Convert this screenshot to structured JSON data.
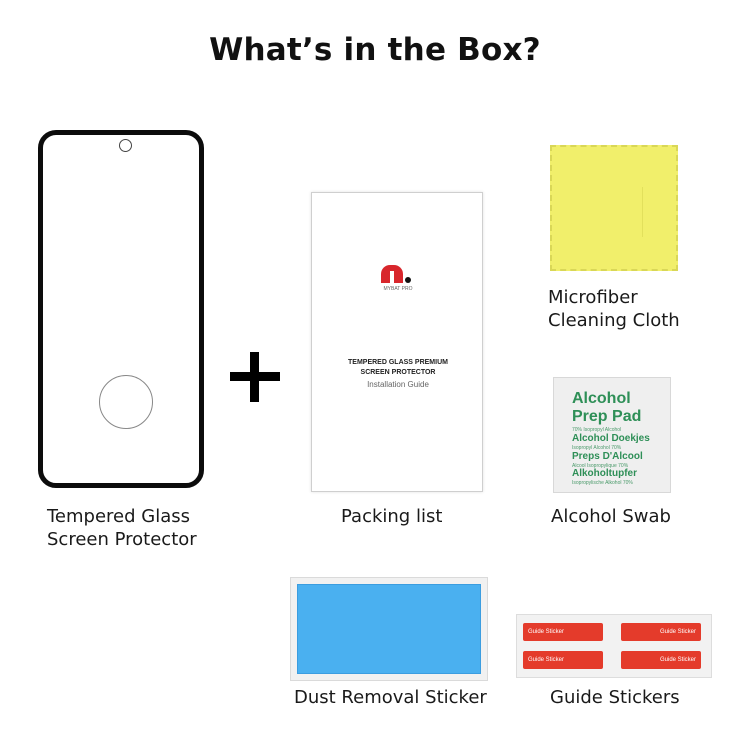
{
  "title": "What’s in the Box?",
  "items": {
    "protector": {
      "label_line1": "Tempered Glass",
      "label_line2": "Screen Protector"
    },
    "packing_list": {
      "label": "Packing list",
      "brand": "MYBAT PRO",
      "line1": "TEMPERED GLASS PREMIUM",
      "line2": "SCREEN PROTECTOR",
      "line3": "Installation Guide"
    },
    "cloth": {
      "label_line1": "Microfiber",
      "label_line2": "Cleaning Cloth"
    },
    "swab": {
      "label": "Alcohol Swab",
      "heading1": "Alcohol",
      "heading2": "Prep Pad",
      "sub1": "70% Isopropyl Alcohol",
      "lang1": "Alcohol Doekjes",
      "sub2": "Isopropyl Alcohol 70%",
      "lang2": "Preps D'Alcool",
      "sub3": "Alcool Isopropylique 70%",
      "lang3": "Alkoholtupfer",
      "sub4": "Isopropylische Alkohol 70%"
    },
    "dust": {
      "label": "Dust Removal Sticker"
    },
    "guide": {
      "label": "Guide Stickers",
      "sticker_text": "Guide Sticker"
    }
  },
  "colors": {
    "cloth": "#f1ef6b",
    "dust_sticker": "#4ab0f0",
    "guide_sticker": "#e43b2b",
    "swab_text": "#2e8f57",
    "logo": "#d8262c"
  }
}
